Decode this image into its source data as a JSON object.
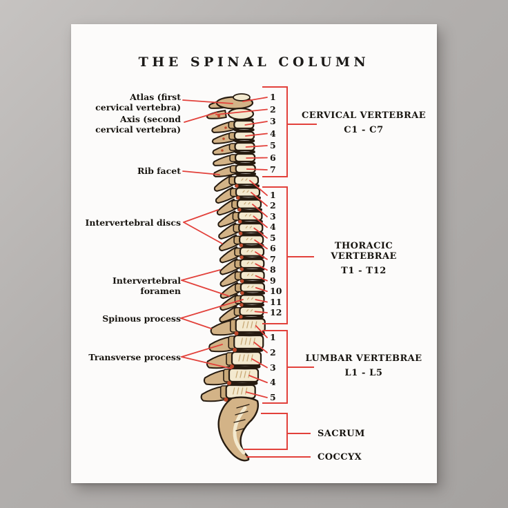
{
  "poster": {
    "title": "THE SPINAL COLUMN",
    "left_labels": [
      {
        "id": "atlas",
        "text": "Atlas (first\ncervical vertebra)"
      },
      {
        "id": "axis",
        "text": "Axis (second\ncervical vertebra)"
      },
      {
        "id": "rib-facet",
        "text": "Rib facet"
      },
      {
        "id": "intervertebral-discs",
        "text": "Intervertebral discs"
      },
      {
        "id": "intervertebral-foramen",
        "text": "Intervertebral foramen"
      },
      {
        "id": "spinous-process",
        "text": "Spinous process"
      },
      {
        "id": "transverse-process",
        "text": "Transverse process"
      }
    ],
    "sections": [
      {
        "name": "CERVICAL VERTEBRAE",
        "range": "C1 - C7",
        "numbers": [
          "1",
          "2",
          "3",
          "4",
          "5",
          "6",
          "7"
        ]
      },
      {
        "name": "THORACIC VERTEBRAE",
        "range": "T1 - T12",
        "numbers": [
          "1",
          "2",
          "3",
          "4",
          "5",
          "6",
          "7",
          "8",
          "9",
          "10",
          "11",
          "12"
        ]
      },
      {
        "name": "LUMBAR VERTEBRAE",
        "range": "L1 - L5",
        "numbers": [
          "1",
          "2",
          "3",
          "4",
          "5"
        ]
      },
      {
        "name": "SACRUM"
      },
      {
        "name": "COCCYX"
      }
    ],
    "colors": {
      "leader_red": "#e2403a",
      "ink": "#261b10",
      "bone_cream": "#f3e9cf",
      "bone_tan": "#d3b387",
      "bone_facet": "#c9a878",
      "hatch": "#c8a976",
      "accent_orange": "#c04a2c",
      "paper": "#fcfbfa",
      "backdrop": "#aca9a7",
      "text": "#17140f"
    }
  }
}
